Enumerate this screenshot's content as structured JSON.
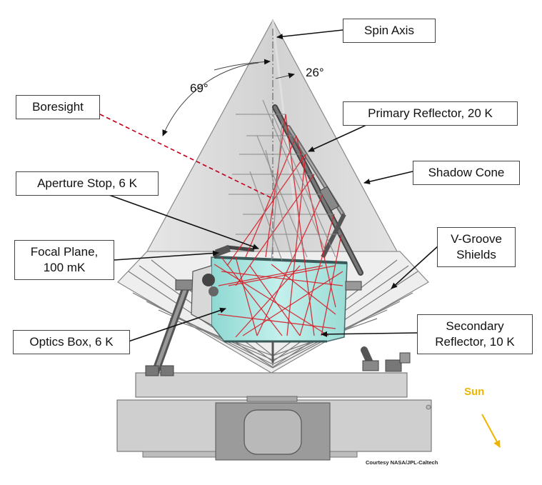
{
  "labels": {
    "spin_axis": "Spin Axis",
    "boresight": "Boresight",
    "primary_reflector": "Primary Reflector, 20 K",
    "shadow_cone": "Shadow Cone",
    "aperture_stop": "Aperture Stop, 6 K",
    "focal_plane_line1": "Focal Plane,",
    "focal_plane_line2": "100 mK",
    "v_groove_line1": "V-Groove",
    "v_groove_line2": "Shields",
    "optics_box": "Optics Box, 6 K",
    "secondary_line1": "Secondary",
    "secondary_line2": "Reflector, 10 K"
  },
  "angles": {
    "boresight_to_axis": "69°",
    "reflector_tilt": "26°"
  },
  "sun_label": "Sun",
  "credit": "Courtesy NASA/JPL-Caltech",
  "colors": {
    "ray": "#d6202a",
    "cone": "#dcdcdc",
    "optics_box": "#a8e6e0",
    "structure": "#c8c8c8",
    "sun_arrow": "#f0b400"
  }
}
